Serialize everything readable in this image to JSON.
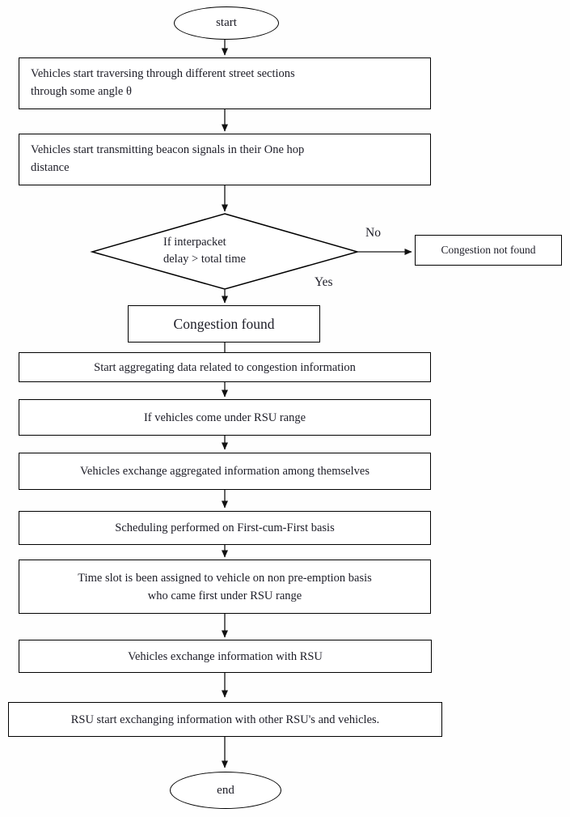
{
  "nodes": {
    "start": "start",
    "traverse": [
      "Vehicles start traversing through different street sections",
      "through some angle θ"
    ],
    "beacon": [
      "Vehicles start transmitting beacon signals in their One hop",
      "distance"
    ],
    "decision": [
      "If interpacket",
      "delay > total time"
    ],
    "no_label": "No",
    "yes_label": "Yes",
    "congestion_not_found": "Congestion not found",
    "congestion_found": "Congestion found",
    "aggregate": "Start aggregating data related to congestion information",
    "rsu_range": "If vehicles come under RSU range",
    "exchange_among": "Vehicles exchange aggregated information among themselves",
    "scheduling": "Scheduling performed on First-cum-First basis",
    "timeslot": [
      "Time slot is been assigned to vehicle on non pre-emption basis",
      "who came first under RSU range"
    ],
    "exchange_rsu": "Vehicles exchange information with RSU",
    "rsu_exchange": "RSU start exchanging information with other RSU's and vehicles.",
    "end": "end"
  },
  "colors": {
    "border": "#000000",
    "text": "#1d1d27",
    "line": "#3d3d3d",
    "background": "#fefefe"
  }
}
